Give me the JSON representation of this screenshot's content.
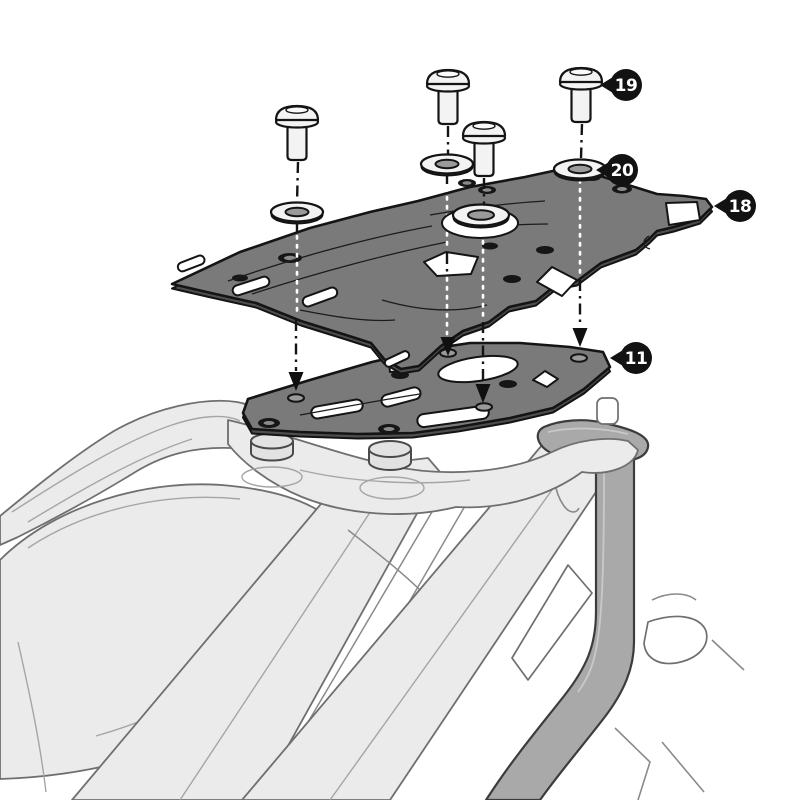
{
  "figure": {
    "type": "exploded-assembly-diagram",
    "subject": "Motorcycle rear rack top-case mounting kit installation diagram",
    "background": "#ffffff"
  },
  "colors": {
    "outline": "#141414",
    "plate_fill": "#7a7a7a",
    "plate_edge": "#4e4e4e",
    "cutout_fill": "#ffffff",
    "hardware_fill": "#f3f3f3",
    "bike_fill": "#ebebeb",
    "bike_line": "#6f6f6f",
    "frame_tube_fill": "#a9a9a9",
    "callout_bg": "#121212",
    "callout_text": "#ffffff"
  },
  "callouts": [
    {
      "label": "19",
      "points_to": "fixing-screw"
    },
    {
      "label": "20",
      "points_to": "washer"
    },
    {
      "label": "18",
      "points_to": "top-mounting-plate"
    },
    {
      "label": "11",
      "points_to": "base-rack-plate"
    }
  ],
  "parts": {
    "screws": {
      "count": 4,
      "name": "button-head screw"
    },
    "washers": {
      "count": 4,
      "name": "flat washer"
    },
    "top_plate": {
      "name": "top mounting plate"
    },
    "base_plate": {
      "name": "base rack plate"
    },
    "alignment_arrows": {
      "count": 4
    }
  }
}
